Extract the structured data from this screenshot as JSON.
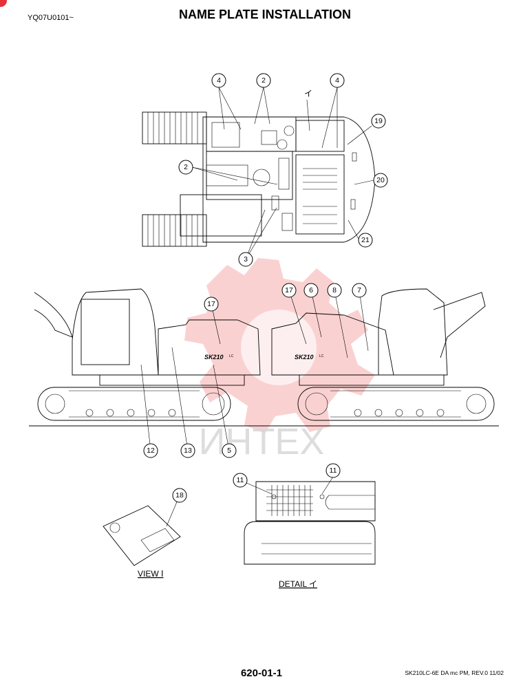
{
  "header": {
    "serial": "YQ07U0101~",
    "title": "NAME PLATE INSTALLATION"
  },
  "footer": {
    "page_number": "620-01-1",
    "revision_note": "SK210LC-6E DA mc PM,  REV.0 11/02"
  },
  "watermark": {
    "text": "ИНТЕХ",
    "color": "#ee5a5a"
  },
  "views": {
    "view_label": "VIEW Ⅰ",
    "detail_label": "DETAIL イ",
    "top_view_marker": "イ"
  },
  "machine_decals": {
    "left_model": "SK210",
    "left_suffix": "LC",
    "right_model": "SK210",
    "right_suffix": "LC"
  },
  "callouts": {
    "c4a": "4",
    "c2a": "2",
    "c4b": "4",
    "c19": "19",
    "c2b": "2",
    "c20": "20",
    "c21": "21",
    "c3": "3",
    "c17a": "17",
    "c17b": "17",
    "c6": "6",
    "c8": "8",
    "c7": "7",
    "c12": "12",
    "c13": "13",
    "c5": "5",
    "c11a": "11",
    "c11b": "11",
    "c18": "18"
  },
  "colors": {
    "corner_mark": "#e8303a",
    "line": "#000000"
  },
  "icons": [
    "corner-dot-icon",
    "watermark-gear-icon"
  ]
}
